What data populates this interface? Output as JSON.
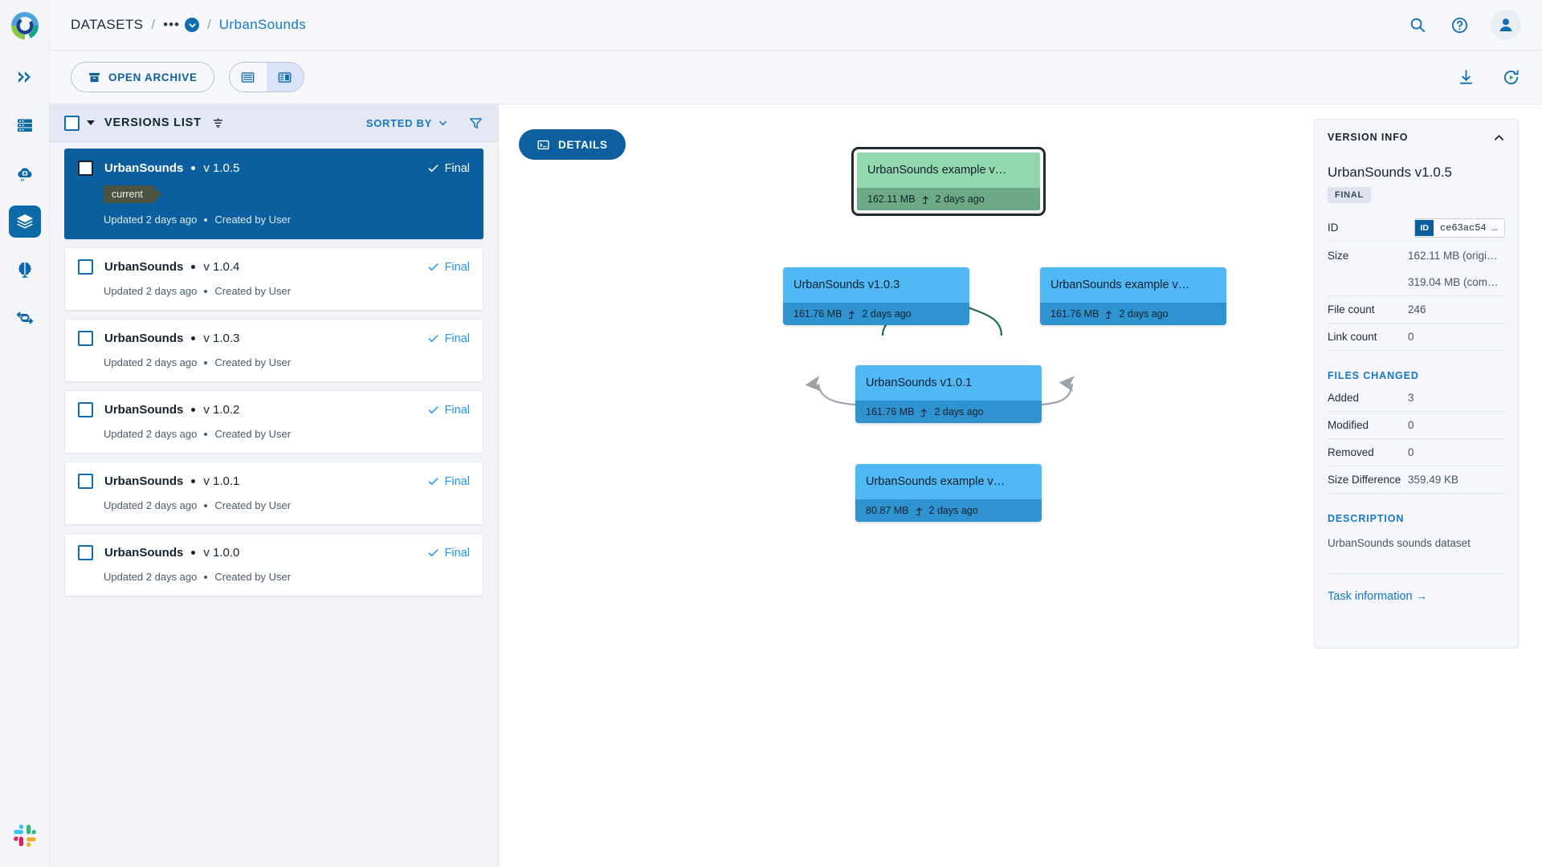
{
  "app": {
    "logo": "clearml-logo-icon"
  },
  "rail": {
    "items": [
      {
        "name": "expand-rail-icon",
        "label": "Expand"
      },
      {
        "name": "datasets-server-icon",
        "label": "Datasets"
      },
      {
        "name": "cloud-settings-icon",
        "label": "Orchestration"
      },
      {
        "name": "layers-icon",
        "label": "Datasets",
        "active": true
      },
      {
        "name": "brain-icon",
        "label": "Models"
      },
      {
        "name": "pipelines-icon",
        "label": "Pipelines"
      }
    ],
    "bottom": {
      "name": "slack-icon",
      "label": "Slack"
    }
  },
  "header": {
    "breadcrumb": {
      "root": "DATASETS",
      "sep": "/",
      "dots": "•••",
      "current": "UrbanSounds"
    },
    "actions": [
      {
        "name": "search-icon",
        "label": "Search"
      },
      {
        "name": "help-icon",
        "label": "Help"
      },
      {
        "name": "avatar",
        "label": "User profile"
      }
    ]
  },
  "toolbar": {
    "open_archive_label": "OPEN ARCHIVE",
    "view_table_label": "Table view",
    "view_details_label": "Details view",
    "download_label": "Download",
    "autorefresh_label": "Auto refresh"
  },
  "versions_panel": {
    "title": "VERSIONS LIST",
    "sorted_by_label": "SORTED BY",
    "filter_label": "Filter",
    "sort_icon": "sort-icon",
    "items": [
      {
        "name": "UrbanSounds",
        "version": "v 1.0.5",
        "status": "Final",
        "tag": "current",
        "updated": "Updated 2 days ago",
        "created": "Created by User",
        "selected": true
      },
      {
        "name": "UrbanSounds",
        "version": "v 1.0.4",
        "status": "Final",
        "tag": "",
        "updated": "Updated 2 days ago",
        "created": "Created by User",
        "selected": false
      },
      {
        "name": "UrbanSounds",
        "version": "v 1.0.3",
        "status": "Final",
        "tag": "",
        "updated": "Updated 2 days ago",
        "created": "Created by User",
        "selected": false
      },
      {
        "name": "UrbanSounds",
        "version": "v 1.0.2",
        "status": "Final",
        "tag": "",
        "updated": "Updated 2 days ago",
        "created": "Created by User",
        "selected": false
      },
      {
        "name": "UrbanSounds",
        "version": "v 1.0.1",
        "status": "Final",
        "tag": "",
        "updated": "Updated 2 days ago",
        "created": "Created by User",
        "selected": false
      },
      {
        "name": "UrbanSounds",
        "version": "v 1.0.0",
        "status": "Final",
        "tag": "",
        "updated": "Updated 2 days ago",
        "created": "Created by User",
        "selected": false
      }
    ]
  },
  "canvas": {
    "details_button": "DETAILS",
    "nodes": [
      {
        "id": "n105",
        "title": "UrbanSounds example v…",
        "size": "162.11 MB",
        "time": "2 days ago",
        "color": "green",
        "selected": true
      },
      {
        "id": "n103",
        "title": "UrbanSounds v1.0.3",
        "size": "161.76 MB",
        "time": "2 days ago",
        "color": "blue",
        "selected": false
      },
      {
        "id": "n104",
        "title": "UrbanSounds example v…",
        "size": "161.76 MB",
        "time": "2 days ago",
        "color": "blue",
        "selected": false
      },
      {
        "id": "n101",
        "title": "UrbanSounds v1.0.1",
        "size": "161.76 MB",
        "time": "2 days ago",
        "color": "blue",
        "selected": false
      },
      {
        "id": "n100",
        "title": "UrbanSounds example v…",
        "size": "80.87 MB",
        "time": "2 days ago",
        "color": "blue",
        "selected": false
      }
    ]
  },
  "version_info": {
    "section_title": "VERSION INFO",
    "title": "UrbanSounds v1.0.5",
    "status_pill": "FINAL",
    "rows": [
      {
        "key": "ID",
        "value": "ce63ac54 …",
        "badge": "ID"
      },
      {
        "key": "Size",
        "value": "162.11 MB (origi…"
      },
      {
        "key": "",
        "value": "319.04 MB (com…"
      },
      {
        "key": "File count",
        "value": "246"
      },
      {
        "key": "Link count",
        "value": "0"
      }
    ],
    "files_changed_title": "FILES CHANGED",
    "files_changed": [
      {
        "key": "Added",
        "value": "3"
      },
      {
        "key": "Modified",
        "value": "0"
      },
      {
        "key": "Removed",
        "value": "0"
      },
      {
        "key": "Size Difference",
        "value": "359.49 KB"
      }
    ],
    "description_title": "DESCRIPTION",
    "description": "UrbanSounds sounds dataset",
    "task_link": "Task information →"
  },
  "colors": {
    "accent_blue": "#0d6aa9",
    "link_blue": "#1677c4",
    "selected_row": "#0c5f9e",
    "node_blue": "#4fb8f5",
    "node_blue_foot": "#2f93cf",
    "node_green": "#93d8ad",
    "node_green_foot": "#6da986",
    "tag_olive": "#4c5341",
    "status_blue": "#2196f3"
  }
}
